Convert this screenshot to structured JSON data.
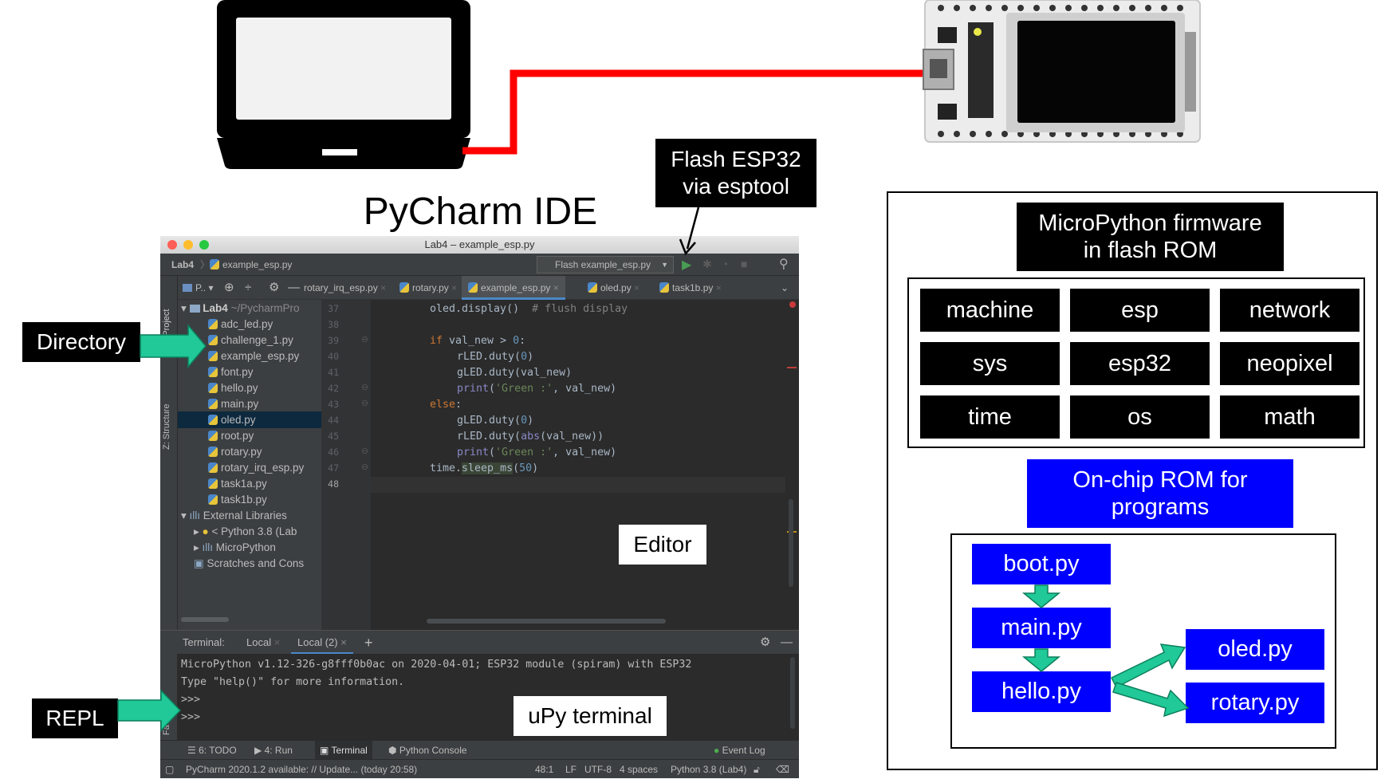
{
  "labels": {
    "pycharm_title": "PyCharm IDE",
    "flash_line1": "Flash ESP32",
    "flash_line2": "via esptool",
    "directory": "Directory",
    "repl": "REPL",
    "editor": "Editor",
    "upy_terminal": "uPy terminal"
  },
  "ide": {
    "window_title": "Lab4 – example_esp.py",
    "breadcrumb_project": "Lab4",
    "breadcrumb_file": "example_esp.py",
    "run_config": "Flash example_esp.py",
    "project_dropdown": "P..",
    "tabs": [
      "rotary_irq_esp.py",
      "rotary.py",
      "example_esp.py",
      "oled.py",
      "task1b.py"
    ],
    "side_tool_project": "1: Project",
    "side_tool_structure": "Z: Structure",
    "side_tool_favorites": "Favorites",
    "tree_root": "Lab4",
    "tree_root_path": "~/PycharmPro",
    "tree_files": [
      "adc_led.py",
      "challenge_1.py",
      "example_esp.py",
      "font.py",
      "hello.py",
      "main.py",
      "oled.py",
      "root.py",
      "rotary.py",
      "rotary_irq_esp.py",
      "task1a.py",
      "task1b.py"
    ],
    "tree_selected": "oled.py",
    "external_libraries": "External Libraries",
    "python_lib": "< Python 3.8 (Lab",
    "micropython_lib": "MicroPython",
    "scratches": "Scratches and Cons",
    "line_numbers": [
      "37",
      "38",
      "39",
      "40",
      "41",
      "42",
      "43",
      "44",
      "45",
      "46",
      "47",
      "48"
    ],
    "terminal_label": "Terminal:",
    "terminal_tab1": "Local",
    "terminal_tab2": "Local (2)",
    "terminal_lines": [
      "MicroPython v1.12-326-g8fff0b0ac on 2020-04-01; ESP32 module (spiram) with ESP32",
      "Type \"help()\" for more information.",
      ">>>",
      ">>>"
    ],
    "bottom_tools": [
      "6: TODO",
      "4: Run",
      "Terminal",
      "Python Console",
      "Event Log"
    ],
    "status_message": "PyCharm 2020.1.2 available: // Update... (today 20:58)",
    "status_position": "48:1",
    "status_lf": "LF",
    "status_encoding": "UTF-8",
    "status_indent": "4 spaces",
    "status_interpreter": "Python 3.8 (Lab4)"
  },
  "firmware": {
    "title_line1": "MicroPython firmware",
    "title_line2": "in flash ROM",
    "modules": [
      "machine",
      "esp",
      "network",
      "sys",
      "esp32",
      "neopixel",
      "time",
      "os",
      "math"
    ]
  },
  "programs": {
    "title_line1": "On-chip ROM for",
    "title_line2": "programs",
    "files": [
      "boot.py",
      "main.py",
      "hello.py",
      "oled.py",
      "rotary.py"
    ]
  },
  "colors": {
    "cable": "#ff0000",
    "arrow": "#20c997",
    "program_box": "#0000ff",
    "ide_bg": "#2b2b2b"
  }
}
